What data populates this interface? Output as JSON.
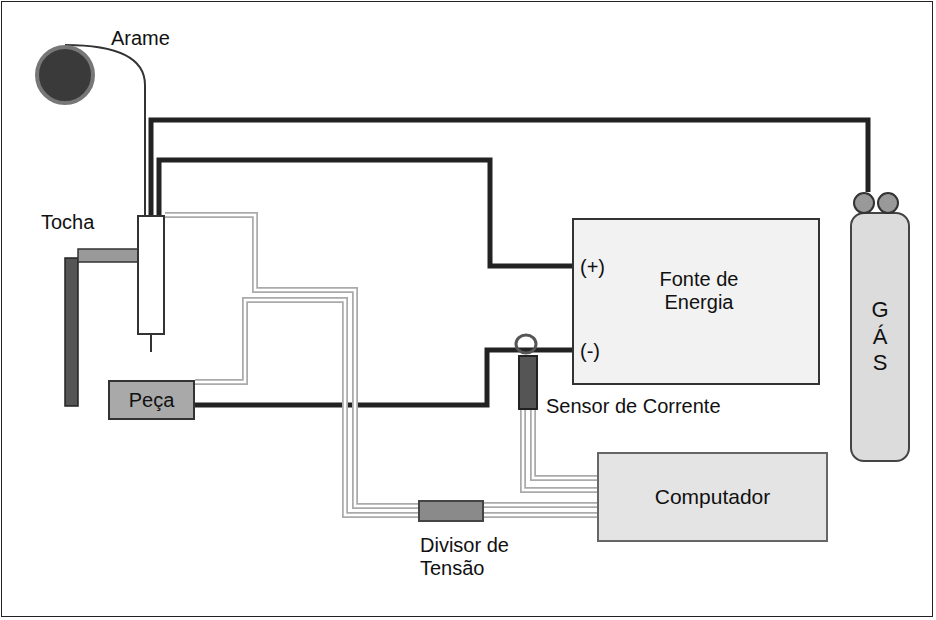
{
  "diagram": {
    "nodes": [
      {
        "text": [
          "Arame"
        ]
      },
      {
        "text": [
          "Tocha"
        ]
      },
      {
        "text": [
          "Peça"
        ]
      },
      {
        "text": [
          "(+)",
          "Fonte de Energia",
          "(-)"
        ]
      },
      {
        "text": [
          "GÁS"
        ]
      },
      {
        "text": [
          "Sensor de Corrente"
        ]
      },
      {
        "text": [
          "Computador"
        ]
      },
      {
        "text": [
          "Divisor de Tensão"
        ]
      }
    ],
    "edges": [
      {
        "from": 0,
        "to": 1,
        "arrow": "none"
      },
      {
        "from": 4,
        "to": 1,
        "arrow": "none"
      },
      {
        "from": 1,
        "to": 3,
        "arrow": "none"
      },
      {
        "from": 2,
        "to": 3,
        "arrow": "none"
      },
      {
        "from": 5,
        "to": 6,
        "arrow": "none"
      },
      {
        "from": 1,
        "to": 7,
        "arrow": "none"
      },
      {
        "from": 2,
        "to": 7,
        "arrow": "none"
      },
      {
        "from": 7,
        "to": 6,
        "arrow": "none"
      }
    ]
  }
}
